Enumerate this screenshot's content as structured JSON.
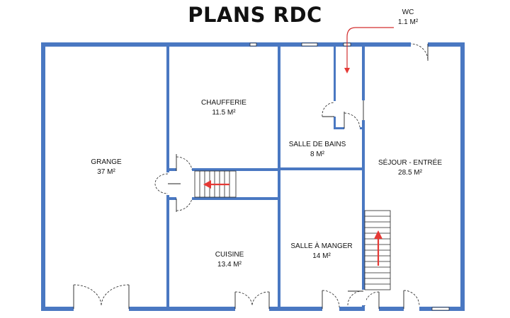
{
  "title": "PLANS RDC",
  "colors": {
    "wall": "#4a78c2",
    "arrow": "#e53935"
  },
  "rooms": [
    {
      "name": "GRANGE",
      "area": "37 M²"
    },
    {
      "name": "CHAUFFERIE",
      "area": "11.5 M²"
    },
    {
      "name": "SALLE DE BAINS",
      "area": "8 M²"
    },
    {
      "name": "SÉJOUR - ENTRÉE",
      "area": "28.5 M²"
    },
    {
      "name": "CUISINE",
      "area": "13.4 M²"
    },
    {
      "name": "SALLE À MANGER",
      "area": "14 M²"
    },
    {
      "name": "WC",
      "area": "1.1 M²"
    }
  ]
}
